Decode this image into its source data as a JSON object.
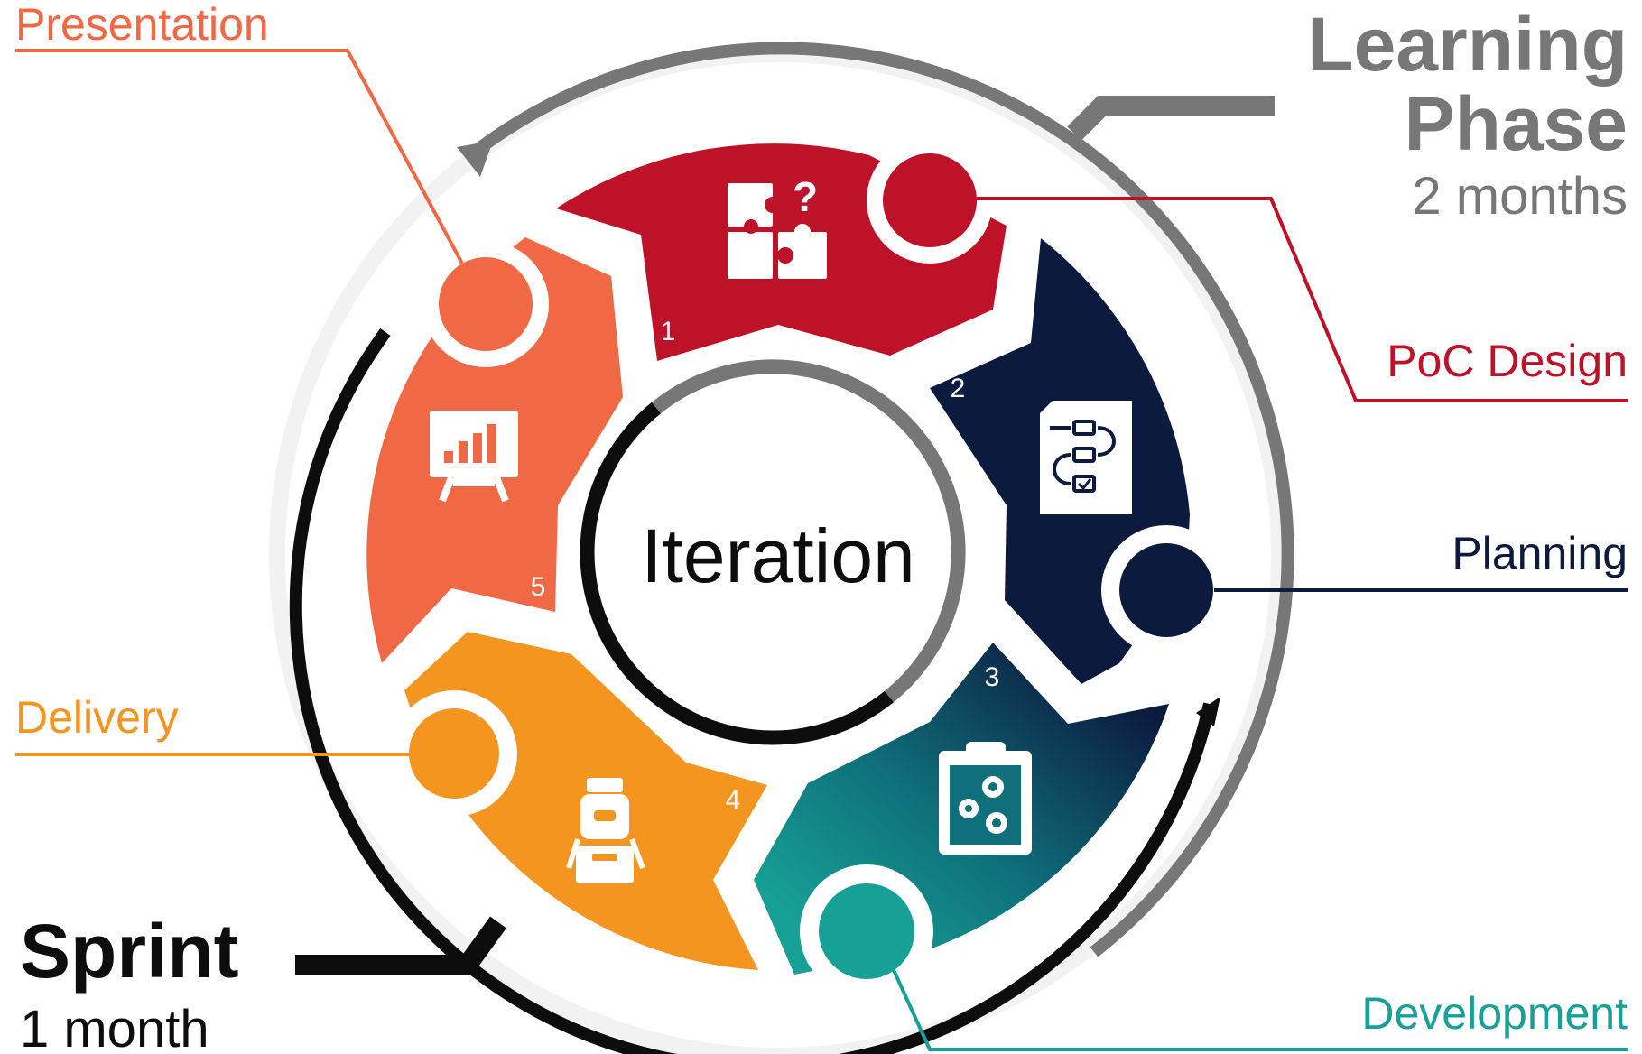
{
  "center": {
    "label": "Iteration"
  },
  "learning_phase": {
    "title_line1": "Learning",
    "title_line2": "Phase",
    "duration": "2 months",
    "color": "#777777"
  },
  "sprint": {
    "title": "Sprint",
    "duration": "1 month",
    "color": "#0d0d0d"
  },
  "steps": [
    {
      "number": "1",
      "label": "PoC Design",
      "color": "#be1229",
      "icon": "puzzle-question-icon"
    },
    {
      "number": "2",
      "label": "Planning",
      "color": "#0c1a3e",
      "icon": "flowchart-document-icon"
    },
    {
      "number": "3",
      "label": "Development",
      "color": "#17a196",
      "icon": "clipboard-gears-icon"
    },
    {
      "number": "4",
      "label": "Delivery",
      "color": "#f4951f",
      "icon": "robot-delivery-icon"
    },
    {
      "number": "5",
      "label": "Presentation",
      "color": "#f06844",
      "icon": "presentation-board-icon"
    }
  ]
}
